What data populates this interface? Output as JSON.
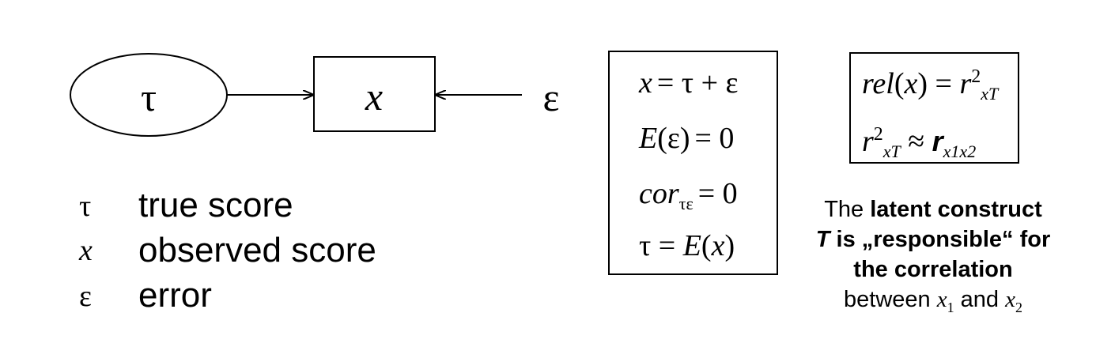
{
  "diagram": {
    "nodes": {
      "true_score": {
        "symbol": "τ",
        "shape": "ellipse"
      },
      "observed": {
        "symbol": "x",
        "shape": "rectangle"
      },
      "error": {
        "symbol": "ε",
        "shape": "none"
      }
    },
    "edges": [
      {
        "from": "τ",
        "to": "x"
      },
      {
        "from": "ε",
        "to": "x"
      }
    ]
  },
  "legend": [
    {
      "symbol": "τ",
      "label": "true score"
    },
    {
      "symbol": "x",
      "label": "observed score"
    },
    {
      "symbol": "ε",
      "label": "error"
    }
  ],
  "axioms": {
    "line1": {
      "lhs": "x",
      "rhs": "= τ + ε"
    },
    "line2": {
      "fn": "E",
      "arg": "(ε)",
      "rhs": "= 0"
    },
    "line3": {
      "fn": "cor",
      "sub": "τε",
      "rhs": "= 0"
    },
    "line4": {
      "lhs": "τ = ",
      "fn": "E",
      "arg": "x"
    }
  },
  "reliability": {
    "line1": {
      "lhs": "rel",
      "arg": "x",
      "eq": "=",
      "r": "r",
      "sup": "2",
      "sub": "xT"
    },
    "line2": {
      "r": "r",
      "sup": "2",
      "sub": "xT",
      "approx": "≈",
      "r2": "r",
      "sub2": "x1x2"
    }
  },
  "caption": {
    "t1": "The ",
    "b1": "latent construct ",
    "T": "T",
    "b2": " is „responsible“ for the correlation",
    "t2": "between ",
    "x": "x",
    "s1": "1",
    "and": " and ",
    "s2": "2"
  }
}
